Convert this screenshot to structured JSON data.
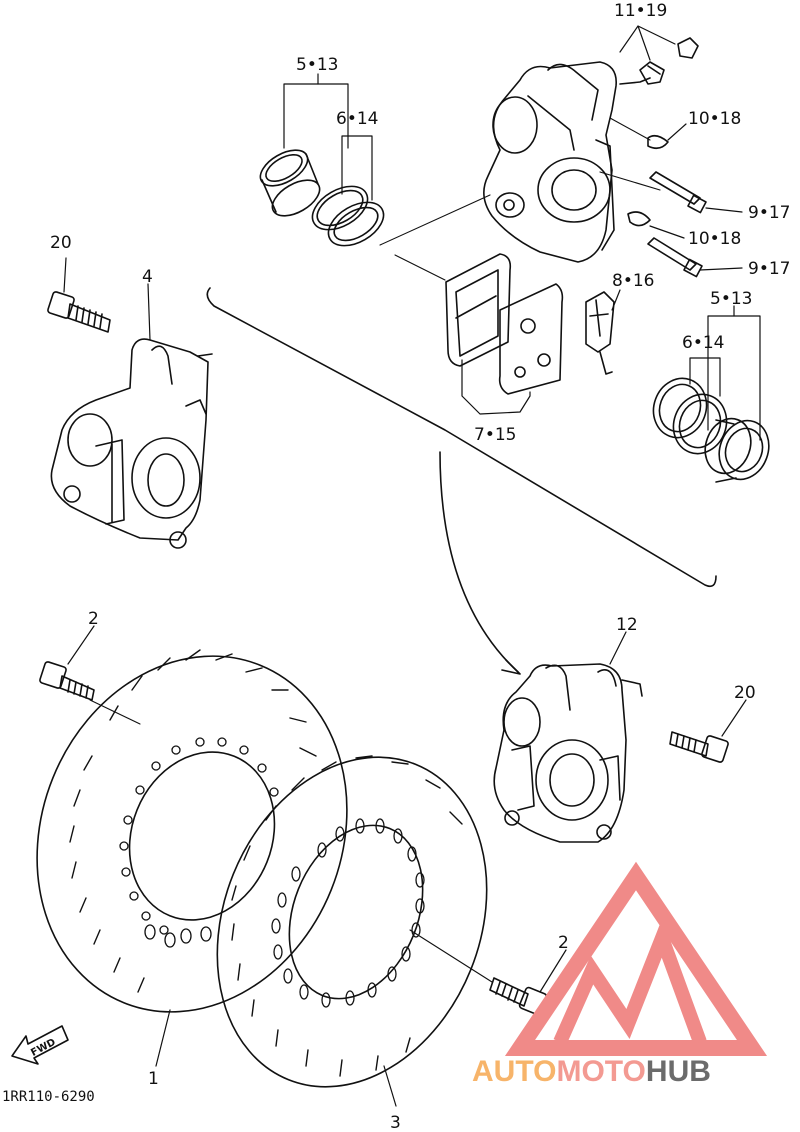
{
  "diagram": {
    "callouts": {
      "c_11_19": "11•19",
      "c_5_13_top": "5•13",
      "c_6_14_top": "6•14",
      "c_10_18_a": "10•18",
      "c_9_17_a": "9•17",
      "c_10_18_b": "10•18",
      "c_9_17_b": "9•17",
      "c_20_top": "20",
      "c_4": "4",
      "c_8_16": "8•16",
      "c_5_13_right": "5•13",
      "c_6_14_right": "6•14",
      "c_7_15": "7•15",
      "c_2_left": "2",
      "c_12": "12",
      "c_20_right": "20",
      "c_2_bottom": "2",
      "c_1": "1",
      "c_3": "3"
    },
    "forward_label": "FWD",
    "diagram_code": "1RR110-6290"
  },
  "watermark": {
    "part1": "AUTO",
    "part2": "MOTO",
    "part3": "HUB",
    "colors": {
      "auto": "#f7b46a",
      "moto": "#f39a92",
      "hub": "#6b6b6b",
      "logo": "#f08a88"
    }
  }
}
